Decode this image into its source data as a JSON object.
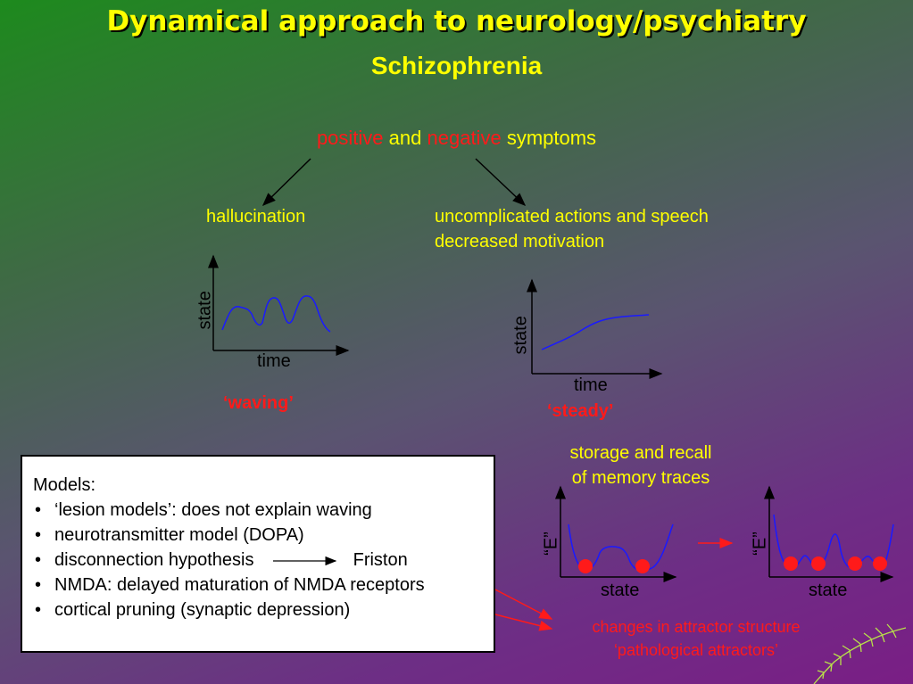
{
  "slide": {
    "title": "Dynamical approach to neurology/psychiatry",
    "subtitle": "Schizophrenia",
    "symptoms": {
      "positive": "positive",
      "and": "and",
      "negative": "negative",
      "symptoms": "symptoms"
    },
    "left_branch": {
      "label": "hallucination",
      "ylabel": "state",
      "xlabel": "time",
      "caption": "‘waving’"
    },
    "right_branch": {
      "label_line1": "uncomplicated actions and speech",
      "label_line2": "decreased motivation",
      "ylabel": "state",
      "xlabel": "time",
      "caption": "‘steady’"
    },
    "memory": {
      "line1": "storage and recall",
      "line2": "of memory traces"
    },
    "energy_plots": {
      "ylabel": "“E”",
      "xlabel": "state"
    },
    "models": {
      "heading": "Models:",
      "items": [
        "‘lesion models’: does not explain waving",
        "neurotransmitter model (DOPA)",
        "disconnection hypothesis",
        "NMDA: delayed maturation of NMDA receptors",
        "cortical pruning (synaptic depression)"
      ],
      "friston": "Friston"
    },
    "attractor": {
      "line1": "changes in attractor structure",
      "line2": "‘pathological attractors’"
    },
    "colors": {
      "accent": "#ffff00",
      "highlight": "#ff1a1a",
      "curve": "#1a1aff"
    },
    "icons": [
      "fern-icon"
    ]
  }
}
